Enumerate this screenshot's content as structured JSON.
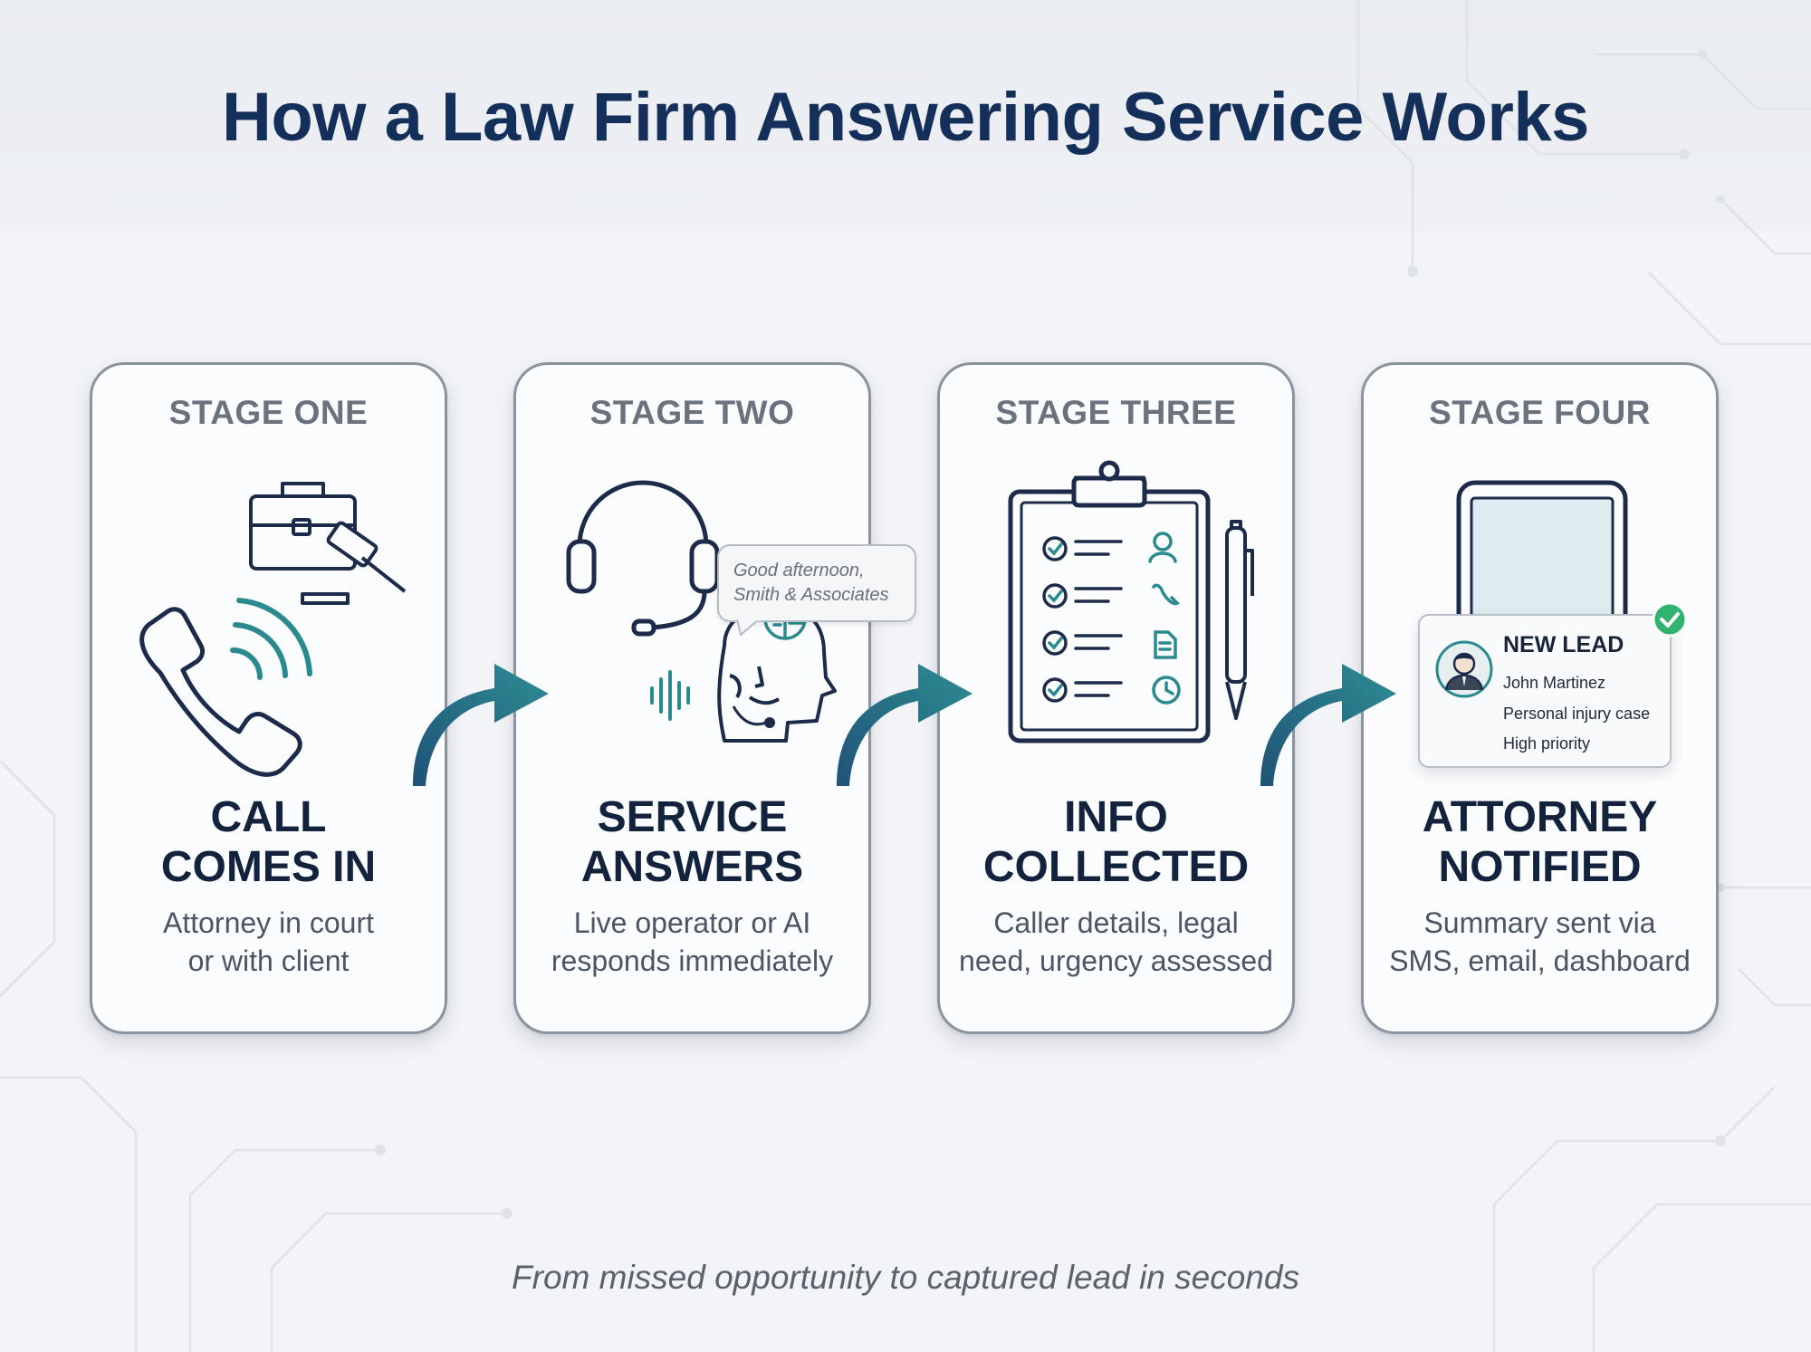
{
  "title": "How a Law Firm Answering Service Works",
  "stages": [
    {
      "label": "STAGE ONE",
      "heading_line1": "CALL",
      "heading_line2": "COMES IN",
      "desc_line1": "Attorney in court",
      "desc_line2": "or with client",
      "icons": [
        "briefcase-icon",
        "gavel-icon",
        "phone-icon"
      ]
    },
    {
      "label": "STAGE TWO",
      "heading_line1": "SERVICE",
      "heading_line2": "ANSWERS",
      "desc_line1": "Live operator or AI",
      "desc_line2": "responds immediately",
      "bubble_line1": "Good afternoon,",
      "bubble_line2": "Smith & Associates",
      "icons": [
        "headset-icon",
        "ai-head-icon",
        "brain-icon"
      ]
    },
    {
      "label": "STAGE THREE",
      "heading_line1": "INFO",
      "heading_line2": "COLLECTED",
      "desc_line1": "Caller details, legal",
      "desc_line2": "need, urgency assessed",
      "icons": [
        "clipboard-icon",
        "pen-icon"
      ]
    },
    {
      "label": "STAGE FOUR",
      "heading_line1": "ATTORNEY",
      "heading_line2": "NOTIFIED",
      "desc_line1": "Summary sent via",
      "desc_line2": "SMS, email, dashboard",
      "notification": {
        "title": "NEW LEAD",
        "name": "John Martinez",
        "case": "Personal injury case",
        "priority": "High priority"
      },
      "icons": [
        "tablet-icon",
        "avatar-icon",
        "check-icon"
      ]
    }
  ],
  "footer": "From missed opportunity to captured lead in seconds",
  "colors": {
    "navy": "#14305a",
    "teal": "#2a8a8e",
    "check_green": "#2fb36e"
  }
}
